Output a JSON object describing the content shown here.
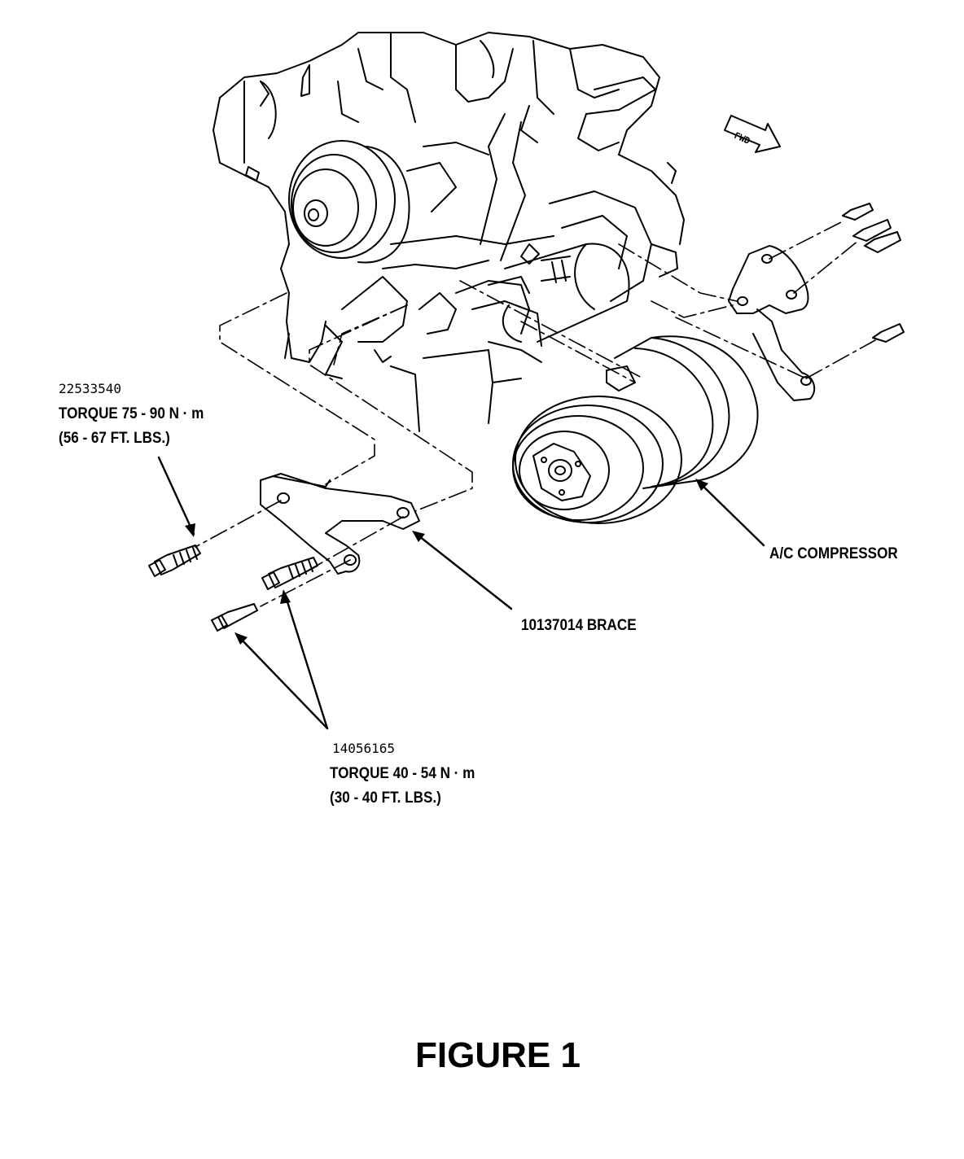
{
  "figure": {
    "title": "FIGURE 1"
  },
  "fwd_arrow": {
    "text": "FWD"
  },
  "callouts": {
    "upper_bolt": {
      "part_number": "22533540",
      "torque_metric": "TORQUE 75 - 90 N · m",
      "torque_imperial": "(56 - 67 FT. LBS.)"
    },
    "lower_bolts": {
      "part_number": "14056165",
      "torque_metric": "TORQUE 40 - 54 N · m",
      "torque_imperial": "(30 - 40 FT. LBS.)"
    },
    "brace": {
      "text": "10137014 BRACE"
    },
    "compressor": {
      "text": "A/C COMPRESSOR"
    }
  }
}
